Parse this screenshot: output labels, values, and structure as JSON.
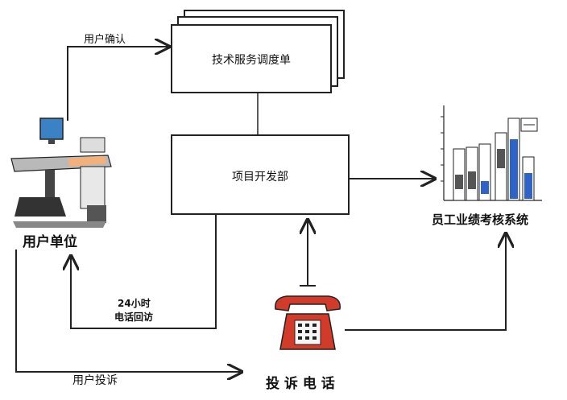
{
  "nodes": {
    "service_sheet": "技术服务调度单",
    "project_dept": "项目开发部",
    "user_unit": "用户单位",
    "complaint_phone": "投 诉 电 话",
    "evaluation_system": "员工业绩考核系统"
  },
  "edges": {
    "user_confirm": "用户确认",
    "callback_24h_line1": "24小时",
    "callback_24h_line2": "电话回访",
    "user_complaint": "用户投诉"
  },
  "colors": {
    "line": "#222222",
    "phone_red": "#d23a2a",
    "monitor_blue": "#3b82c4",
    "bar_blue": "#2f63c9",
    "bar_dark": "#555555"
  }
}
